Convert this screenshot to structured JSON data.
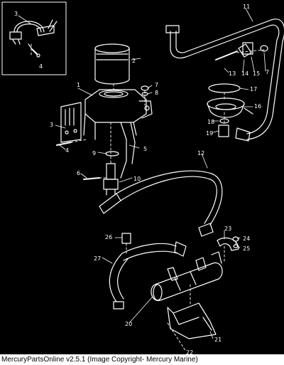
{
  "diagram": {
    "callouts": [
      "1",
      "2",
      "3",
      "3",
      "4",
      "4",
      "5",
      "6",
      "7",
      "7",
      "8",
      "9",
      "10",
      "11",
      "12",
      "13",
      "14",
      "15",
      "16",
      "17",
      "18",
      "19",
      "20",
      "21",
      "22",
      "23",
      "24",
      "25",
      "26",
      "27"
    ]
  },
  "footer": {
    "text": "MercuryPartsOnline v2.5.1 (Image Copyright- Mercury Marine)"
  }
}
